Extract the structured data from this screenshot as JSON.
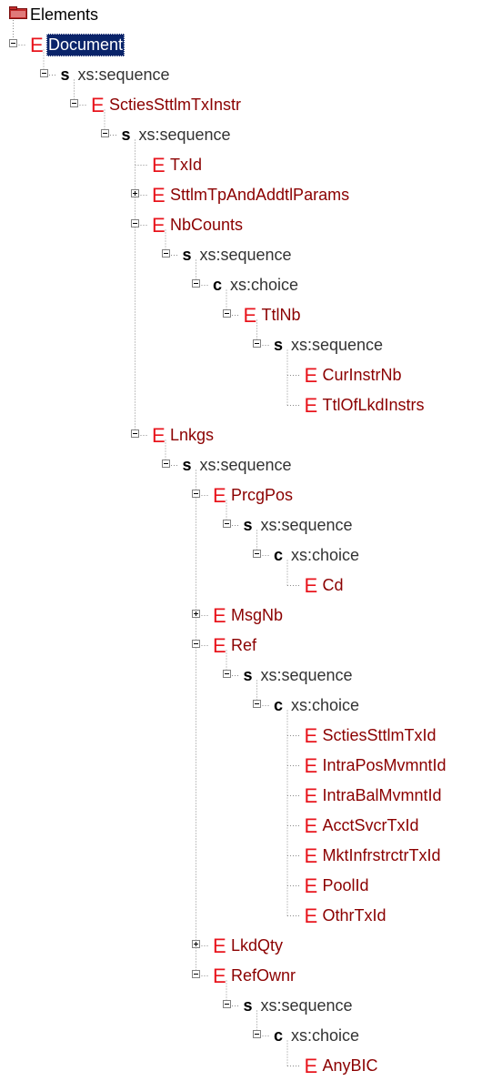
{
  "root": {
    "label": "Elements",
    "icon": "folder-icon"
  },
  "nodes": [
    {
      "kind": "E",
      "label": "Document",
      "depth": 0,
      "toggle": "minus",
      "selected": true
    },
    {
      "kind": "s",
      "label": "xs:sequence",
      "depth": 1,
      "toggle": "minus"
    },
    {
      "kind": "E",
      "label": "SctiesSttlmTxInstr",
      "depth": 2,
      "toggle": "minus"
    },
    {
      "kind": "s",
      "label": "xs:sequence",
      "depth": 3,
      "toggle": "minus"
    },
    {
      "kind": "E",
      "label": "TxId",
      "depth": 4,
      "toggle": "none"
    },
    {
      "kind": "E",
      "label": "SttlmTpAndAddtlParams",
      "depth": 4,
      "toggle": "plus"
    },
    {
      "kind": "E",
      "label": "NbCounts",
      "depth": 4,
      "toggle": "minus"
    },
    {
      "kind": "s",
      "label": "xs:sequence",
      "depth": 5,
      "toggle": "minus"
    },
    {
      "kind": "c",
      "label": "xs:choice",
      "depth": 6,
      "toggle": "minus"
    },
    {
      "kind": "E",
      "label": "TtlNb",
      "depth": 7,
      "toggle": "minus"
    },
    {
      "kind": "s",
      "label": "xs:sequence",
      "depth": 8,
      "toggle": "minus"
    },
    {
      "kind": "E",
      "label": "CurInstrNb",
      "depth": 9,
      "toggle": "none"
    },
    {
      "kind": "E",
      "label": "TtlOfLkdInstrs",
      "depth": 9,
      "toggle": "none"
    },
    {
      "kind": "E",
      "label": "Lnkgs",
      "depth": 4,
      "toggle": "minus"
    },
    {
      "kind": "s",
      "label": "xs:sequence",
      "depth": 5,
      "toggle": "minus"
    },
    {
      "kind": "E",
      "label": "PrcgPos",
      "depth": 6,
      "toggle": "minus"
    },
    {
      "kind": "s",
      "label": "xs:sequence",
      "depth": 7,
      "toggle": "minus"
    },
    {
      "kind": "c",
      "label": "xs:choice",
      "depth": 8,
      "toggle": "minus"
    },
    {
      "kind": "E",
      "label": "Cd",
      "depth": 9,
      "toggle": "none"
    },
    {
      "kind": "E",
      "label": "MsgNb",
      "depth": 6,
      "toggle": "plus"
    },
    {
      "kind": "E",
      "label": "Ref",
      "depth": 6,
      "toggle": "minus"
    },
    {
      "kind": "s",
      "label": "xs:sequence",
      "depth": 7,
      "toggle": "minus"
    },
    {
      "kind": "c",
      "label": "xs:choice",
      "depth": 8,
      "toggle": "minus"
    },
    {
      "kind": "E",
      "label": "SctiesSttlmTxId",
      "depth": 9,
      "toggle": "none"
    },
    {
      "kind": "E",
      "label": "IntraPosMvmntId",
      "depth": 9,
      "toggle": "none"
    },
    {
      "kind": "E",
      "label": "IntraBalMvmntId",
      "depth": 9,
      "toggle": "none"
    },
    {
      "kind": "E",
      "label": "AcctSvcrTxId",
      "depth": 9,
      "toggle": "none"
    },
    {
      "kind": "E",
      "label": "MktInfrstrctrTxId",
      "depth": 9,
      "toggle": "none"
    },
    {
      "kind": "E",
      "label": "PoolId",
      "depth": 9,
      "toggle": "none"
    },
    {
      "kind": "E",
      "label": "OthrTxId",
      "depth": 9,
      "toggle": "none"
    },
    {
      "kind": "E",
      "label": "LkdQty",
      "depth": 6,
      "toggle": "plus"
    },
    {
      "kind": "E",
      "label": "RefOwnr",
      "depth": 6,
      "toggle": "minus"
    },
    {
      "kind": "s",
      "label": "xs:sequence",
      "depth": 7,
      "toggle": "minus"
    },
    {
      "kind": "c",
      "label": "xs:choice",
      "depth": 8,
      "toggle": "minus"
    },
    {
      "kind": "E",
      "label": "AnyBIC",
      "depth": 9,
      "toggle": "none"
    }
  ],
  "colors": {
    "element_kind": "#e8141c",
    "element_label": "#8b0000",
    "selection_bg": "#0a246a",
    "selection_text": "#ffffff",
    "guide_line": "#8a8a8a"
  }
}
